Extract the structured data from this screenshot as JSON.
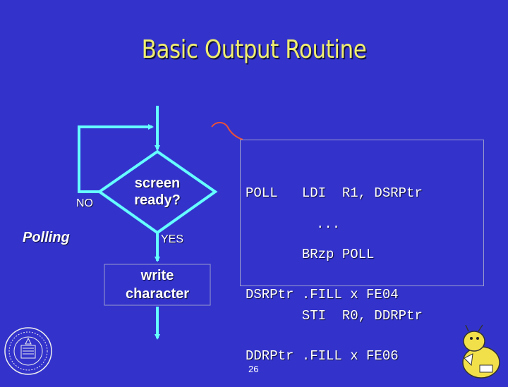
{
  "slide": {
    "title": "Basic Output Routine",
    "page_number": "26"
  },
  "flowchart": {
    "decision_line1": "screen",
    "decision_line2": "ready?",
    "no_label": "NO",
    "yes_label": "YES",
    "loop_label": "Polling",
    "action_line1": "write",
    "action_line2": "character"
  },
  "code": {
    "lines_top": [
      "POLL   LDI  R1, DSRPtr",
      "       BRzp POLL",
      "       STI  R0, DDRPtr"
    ],
    "ellipsis": "...",
    "lines_bottom": [
      "DSRPtr .FILL x FE04",
      "DDRPtr .FILL x FE06"
    ]
  },
  "colors": {
    "background": "#3333cc",
    "title": "#f0ee70",
    "flow_lines": "#66ffff",
    "annotation": "#e8503a"
  },
  "logos": {
    "left": "university-seal",
    "right": "mascot"
  }
}
